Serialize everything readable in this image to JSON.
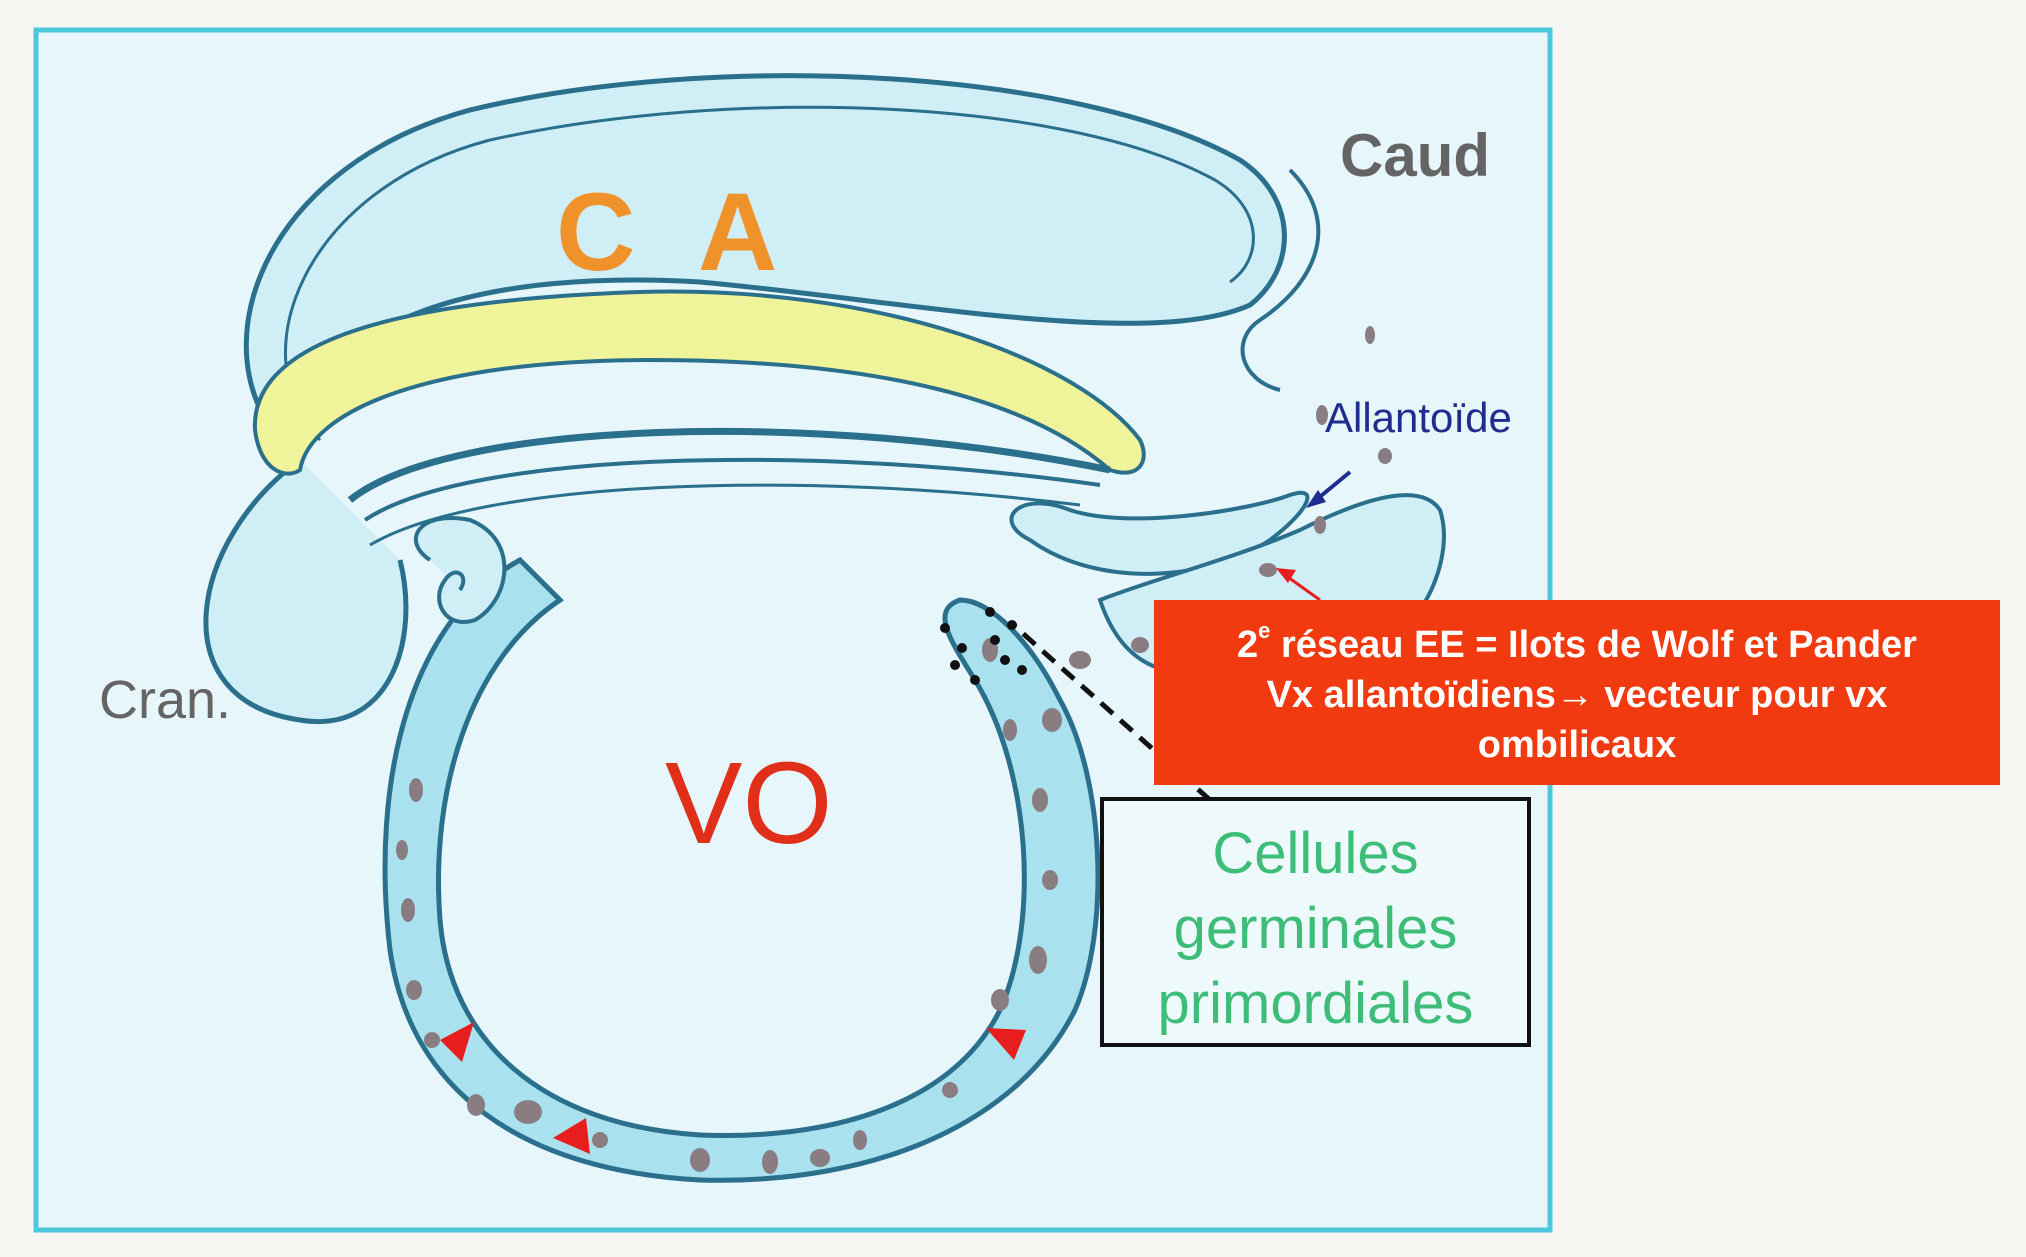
{
  "labels": {
    "ca": "C A",
    "caud": "Caud",
    "cran": "Cran.",
    "vo": "VO",
    "allantoide": "Allantoïde"
  },
  "red_box": {
    "line1_num": "2",
    "line1_sup": "e",
    "line1_rest": " réseau EE = Ilots de Wolf et Pander",
    "line2": "Vx allantoïdiens→ vecteur pour vx",
    "line3": "ombilicaux"
  },
  "germ_box": {
    "line1": "Cellules",
    "line2": "germinales",
    "line3": "primordiales"
  },
  "colors": {
    "panel": "#e6f6fb",
    "panel_border": "#4cc8dc",
    "membrane": "#a9e1ee",
    "outline": "#2a6f8c",
    "neural_yellow": "#eff39a",
    "cell_fill": "#8a7d82",
    "ca_label": "#f0922a",
    "grey_label": "#646464",
    "vo_label": "#e0301a",
    "allantoide_label": "#1f2d8f",
    "red_box": "#f23a10",
    "germ_label": "#3dbd78",
    "arrow_red": "#e81d1d"
  }
}
